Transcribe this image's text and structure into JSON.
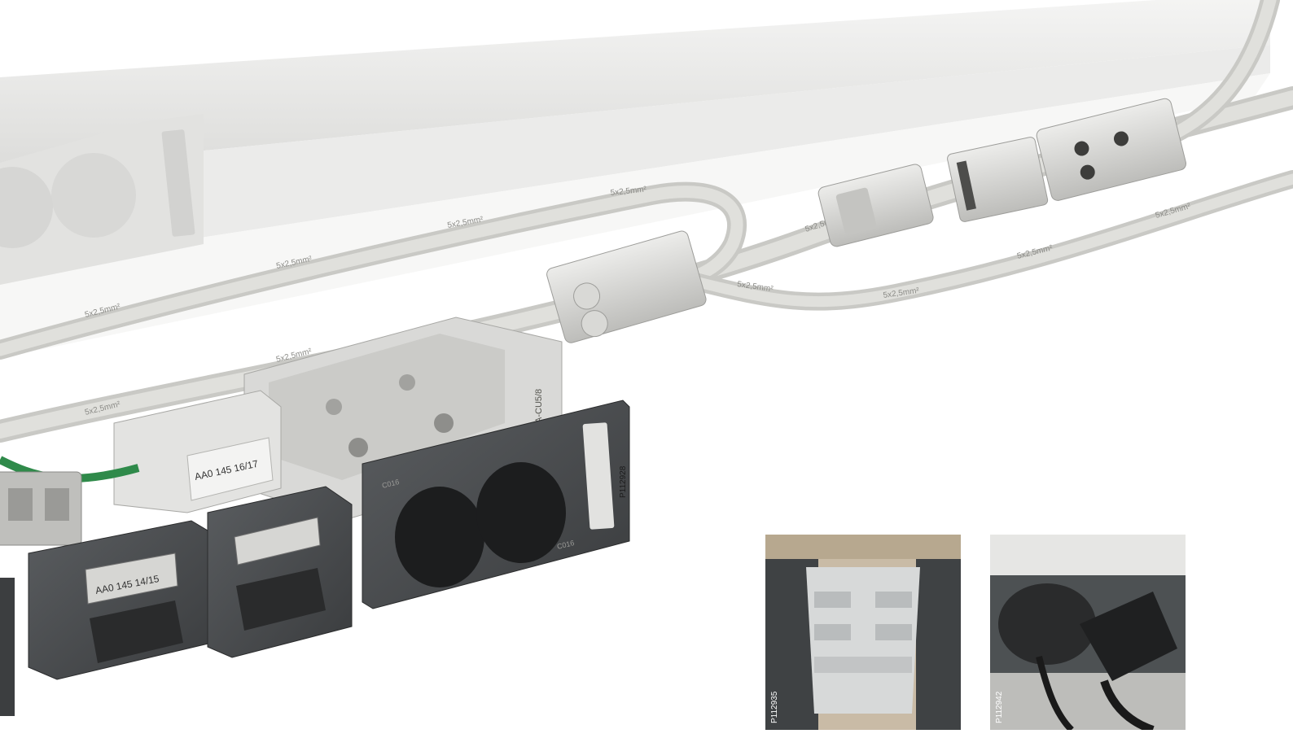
{
  "colors": {
    "background": "#ffffff",
    "trunking": "#e4e4e2",
    "cable": "#d8d8d4",
    "connector": "#d2d2d0",
    "faceplate": "#4a4d4f",
    "patch_cable": "#2f8a4a",
    "inset_left_bg": "#c9bba6",
    "inset_right_bg": "#cfcfcc"
  },
  "cable_labels": {
    "main": [
      "5x2,5mm²",
      "5x2,5mm²",
      "5x2,5mm²",
      "5x2,5mm²",
      "5x2,5mm²"
    ],
    "loop": [
      "5x2,5mm²",
      "5x2,5mm²"
    ],
    "right": [
      "5x2,5mm²",
      "5x2,5mm²",
      "5x2,5mm²",
      "5x2,5mm²"
    ]
  },
  "module_labels": {
    "data_module_upper": "AA0 145 16/17",
    "data_module_lower": "AA0 145 14/15",
    "socket_marking": "A-CU5/8",
    "faceplate_mark_left": "C016",
    "faceplate_mark_right": "C016"
  },
  "photo_codes": {
    "main": "P112928",
    "inset_left": "P112935",
    "inset_right": "P112942"
  }
}
